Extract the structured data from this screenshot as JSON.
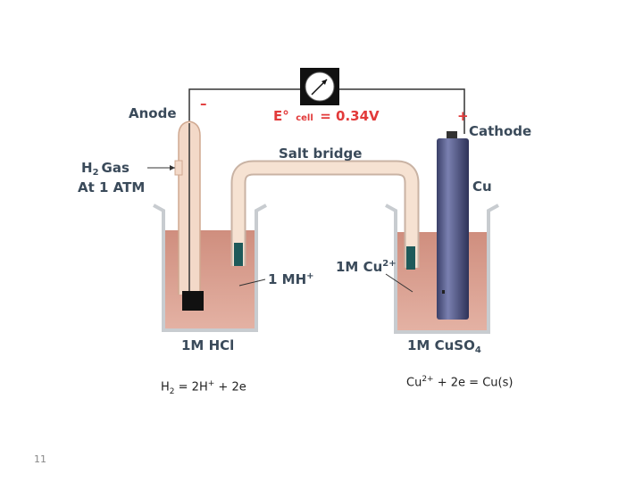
{
  "labels": {
    "anode": "Anode",
    "anode_sign": "–",
    "cathode": "Cathode",
    "cathode_sign": "+",
    "ecell_prefix": "E°",
    "ecell_sub": "cell",
    "ecell_value": "= 0.34V",
    "salt_bridge": "Salt bridge",
    "h2_gas_h": "H",
    "h2_gas_sub": "2",
    "h2_gas_rest": "Gas",
    "at_1_atm": "At 1 ATM",
    "cu": "Cu",
    "mh_conc": "1 MH",
    "mh_sup": "+",
    "cu_conc": "1M Cu",
    "cu_sup": "2+",
    "left_beaker": "1M HCl",
    "right_beaker_main": "1M CuSO",
    "right_beaker_sub": "4"
  },
  "equations": {
    "left": {
      "a": "H",
      "a_sub": "2",
      "b": " = 2H",
      "b_sup": "+",
      "c": " + 2e"
    },
    "right": {
      "a": "Cu",
      "a_sup": "2+",
      "b": " + 2e = Cu(s)"
    }
  },
  "page_number": "11",
  "colors": {
    "solution": "#d69a8a",
    "beaker_wall": "#c8ccd0",
    "salt_bridge": "#f2d6c2",
    "copper_electrode": "#4a4f7a",
    "label_text": "#3a4a5a",
    "accent_red": "#e23a3a",
    "wire": "#333333"
  }
}
